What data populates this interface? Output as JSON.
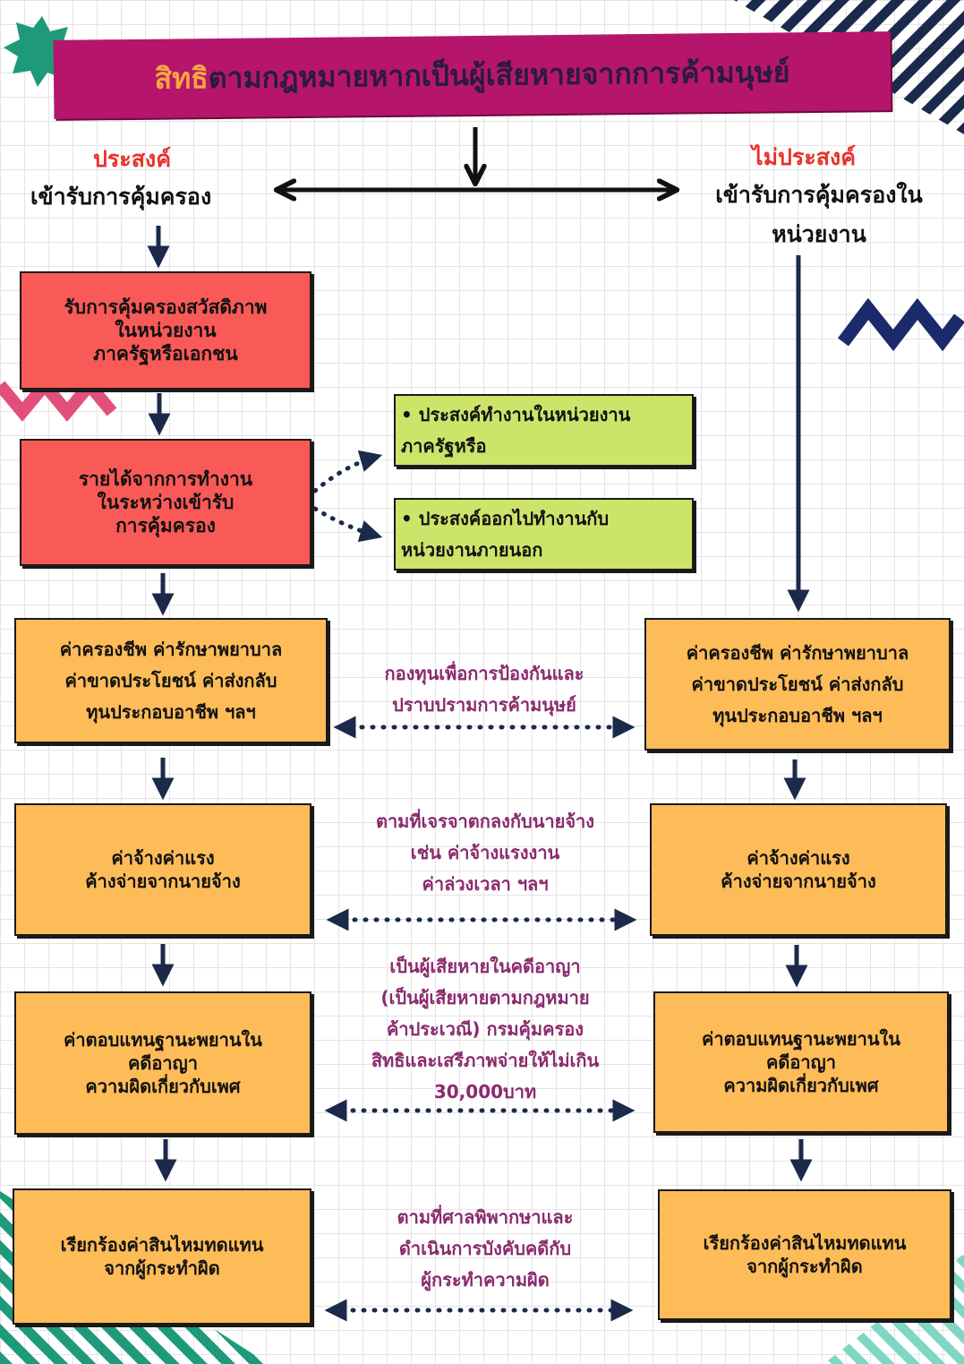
{
  "title": {
    "highlight": "สิทธิ",
    "rest": "ตามกฎหมายหากเป็นผู้เสียหายจากการค้ามนุษย์"
  },
  "left_branch": {
    "label": "ประสงค์",
    "subtitle": "เข้ารับการคุ้มครอง"
  },
  "right_branch": {
    "label": "ไม่ประสงค์",
    "subtitle": "เข้ารับการคุ้มครองใน\nหน่วยงาน"
  },
  "left_boxes": {
    "protection": "รับการคุ้มครองสวัสดิภาพ\nในหน่วยงาน\nภาครัฐหรือเอกชน",
    "income": "รายได้จากการทำงาน\nในระหว่างเข้ารับ\nการคุ้มครอง"
  },
  "options": [
    "• ประสงค์ทำงานในหน่วยงาน\nภาครัฐหรือ",
    "• ประสงค์ออกไปทำงานกับ\nหน่วยงานภายนอก"
  ],
  "rows": [
    {
      "left": "ค่าครองชีพ ค่ารักษาพยาบาล\nค่าขาดประโยชน์ ค่าส่งกลับ\nทุนประกอบอาชีพ ฯลฯ",
      "middle": "กองทุนเพื่อการป้องกันและ\nปราบปรามการค้ามนุษย์",
      "right": "ค่าครองชีพ ค่ารักษาพยาบาล\nค่าขาดประโยชน์ ค่าส่งกลับ\nทุนประกอบอาชีพ ฯลฯ"
    },
    {
      "left": "ค่าจ้างค่าแรง\nค้างจ่ายจากนายจ้าง",
      "middle": "ตามที่เจรจาตกลงกับนายจ้าง\nเช่น ค่าจ้างแรงงาน\nค่าล่วงเวลา ฯลฯ",
      "right": "ค่าจ้างค่าแรง\nค้างจ่ายจากนายจ้าง"
    },
    {
      "left": "ค่าตอบแทนฐานะพยานใน\nคดีอาญา\nความผิดเกี่ยวกับเพศ",
      "middle": "เป็นผู้เสียหายในคดีอาญา\n(เป็นผู้เสียหายตามกฎหมาย\nค้าประเวณี) กรมคุ้มครอง\nสิทธิและเสรีภาพจ่ายให้ไม่เกิน\n30,000บาท",
      "right": "ค่าตอบแทนฐานะพยานใน\nคดีอาญา\nความผิดเกี่ยวกับเพศ"
    },
    {
      "left": "เรียกร้องค่าสินไหมทดแทน\nจากผู้กระทำผิด",
      "middle": "ตามที่ศาลพิพากษาและ\nดำเนินการบังคับคดีกับ\nผู้กระทำความผิด",
      "right": "เรียกร้องค่าสินไหมทดแทน\nจากผู้กระทำผิด"
    }
  ],
  "colors": {
    "banner": "#b5166b",
    "title_highlight": "#f5a742",
    "heading_red": "#e8322b",
    "box_red": "#fa5a57",
    "box_orange": "#fdbc58",
    "box_green": "#cde46a",
    "middle_text": "#8a2a6e",
    "arrow": "#1b2a4a"
  }
}
